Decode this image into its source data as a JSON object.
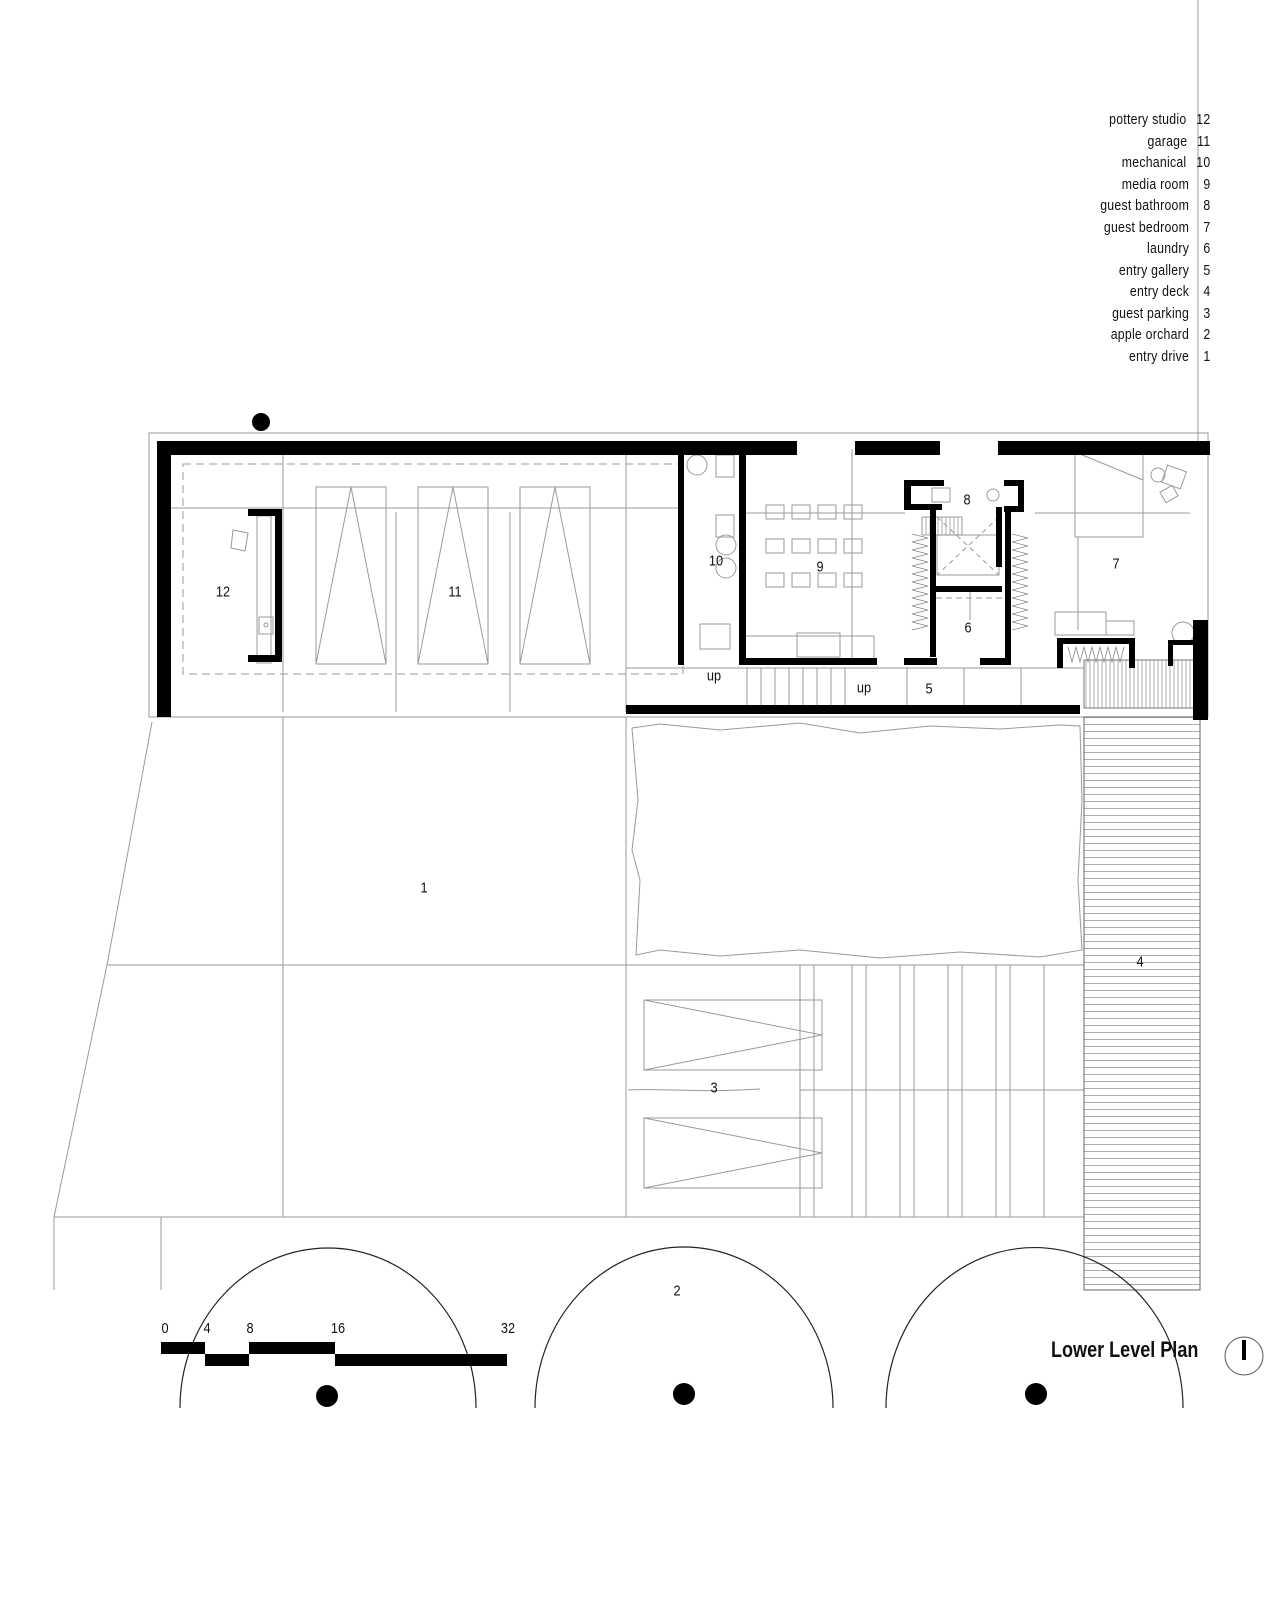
{
  "legend": {
    "items": [
      {
        "label": "pottery studio",
        "number": "12"
      },
      {
        "label": "garage",
        "number": "11"
      },
      {
        "label": "mechanical",
        "number": "10"
      },
      {
        "label": "media room",
        "number": "9"
      },
      {
        "label": "guest bathroom",
        "number": "8"
      },
      {
        "label": "guest bedroom",
        "number": "7"
      },
      {
        "label": "laundry",
        "number": "6"
      },
      {
        "label": "entry gallery",
        "number": "5"
      },
      {
        "label": "entry deck",
        "number": "4"
      },
      {
        "label": "guest parking",
        "number": "3"
      },
      {
        "label": "apple orchard",
        "number": "2"
      },
      {
        "label": "entry drive",
        "number": "1"
      }
    ]
  },
  "rooms": {
    "r12": "12",
    "r11": "11",
    "r10": "10",
    "r9": "9",
    "r8": "8",
    "r7": "7",
    "r6": "6",
    "r5": "5",
    "r4": "4",
    "r3": "3",
    "r2": "2",
    "r1": "1",
    "stair_up_1": "up",
    "stair_up_2": "up"
  },
  "scale_bar": {
    "ticks": [
      "0",
      "4",
      "8",
      "16",
      "32"
    ]
  },
  "title": "Lower Level Plan",
  "north_arrow": "north-arrow",
  "colors": {
    "wall": "#000000",
    "line": "#8a8a8a",
    "background": "#ffffff"
  }
}
